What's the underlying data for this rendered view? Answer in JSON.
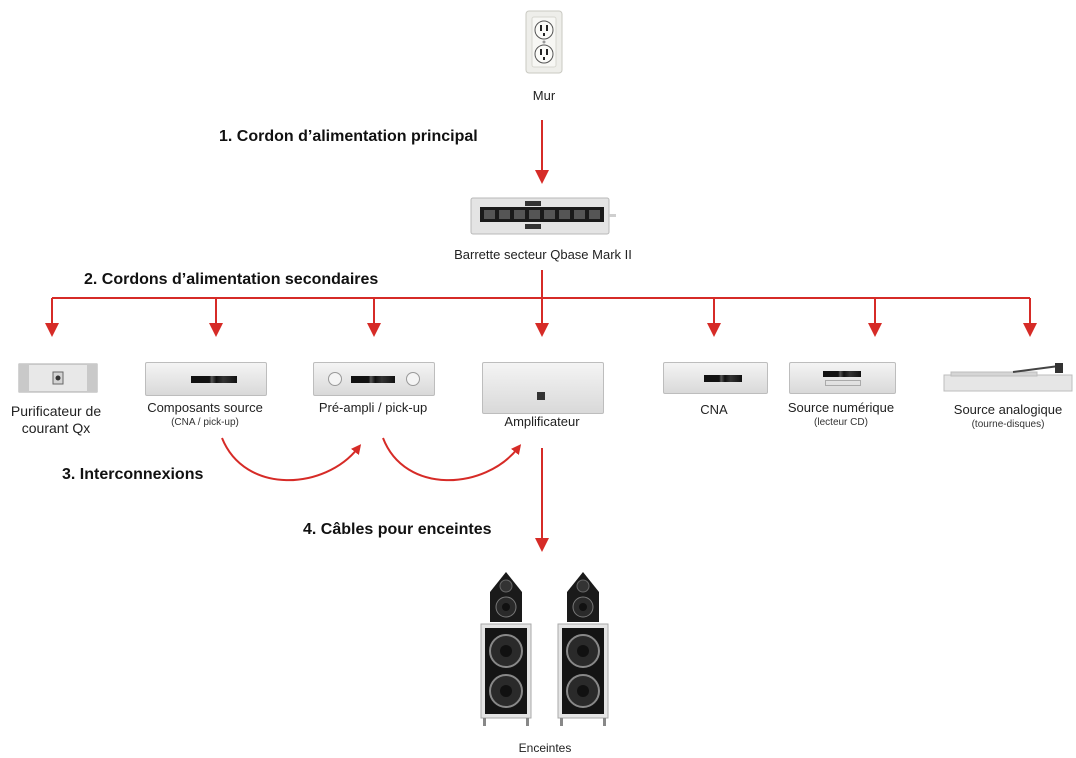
{
  "nodes": {
    "wall": "Mur",
    "power_strip": "Barrette secteur Qbase Mark II",
    "purifier": [
      "Purificateur de",
      "courant Qx"
    ],
    "source_components": "Composants source",
    "source_components_note": "(CNA / pick-up)",
    "preamp": "Pré-ampli / pick-up",
    "amplifier": "Amplificateur",
    "dac": "CNA",
    "digital_source": "Source numérique",
    "digital_source_note": "(lecteur CD)",
    "analog_source": "Source analogique",
    "analog_source_note": "(tourne-disques)",
    "speakers": "Enceintes"
  },
  "steps": {
    "step1": "1. Cordon d’alimentation principal",
    "step2": "2. Cordons d’alimentation secondaires",
    "step3": "3. Interconnexions",
    "step4": "4. Câbles pour enceintes"
  },
  "colors": {
    "wire": "#d62b27",
    "device_face": "#e3e3e3",
    "device_edge": "#bdbdbd"
  },
  "icons": {
    "wall": "wall-outlet-icon",
    "strip": "power-strip-icon",
    "speaker": "tower-speaker-icon",
    "turntable": "turntable-icon"
  }
}
